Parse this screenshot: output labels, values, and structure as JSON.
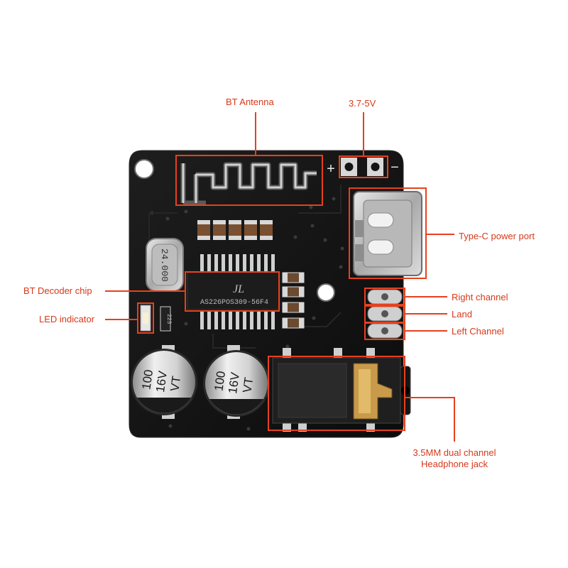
{
  "colors": {
    "accent": "#e8401c",
    "label_text": "#d6391a",
    "board": "#141414",
    "silkscreen": "#e8e8e8",
    "metal": "#c9c9c9",
    "gold": "#c89a4a"
  },
  "callouts": {
    "bt_antenna": "BT Antenna",
    "voltage": "3.7-5V",
    "type_c": "Type-C power port",
    "bt_decoder": "BT Decoder chip",
    "led_indicator": "LED indicator",
    "right_channel": "Right channel",
    "land": "Land",
    "left_channel": "Left Channel",
    "jack_line1": "3.5MM dual channel",
    "jack_line2": "Headphone jack"
  },
  "board_markings": {
    "crystal": "24.000",
    "chip_logo": "JL",
    "chip_part": "AS226POS309-56F4",
    "cap1": [
      "100",
      "16V",
      "VT"
    ],
    "cap2": [
      "100",
      "16V",
      "VT"
    ],
    "resistor": "223",
    "plus": "+",
    "minus": "−"
  }
}
